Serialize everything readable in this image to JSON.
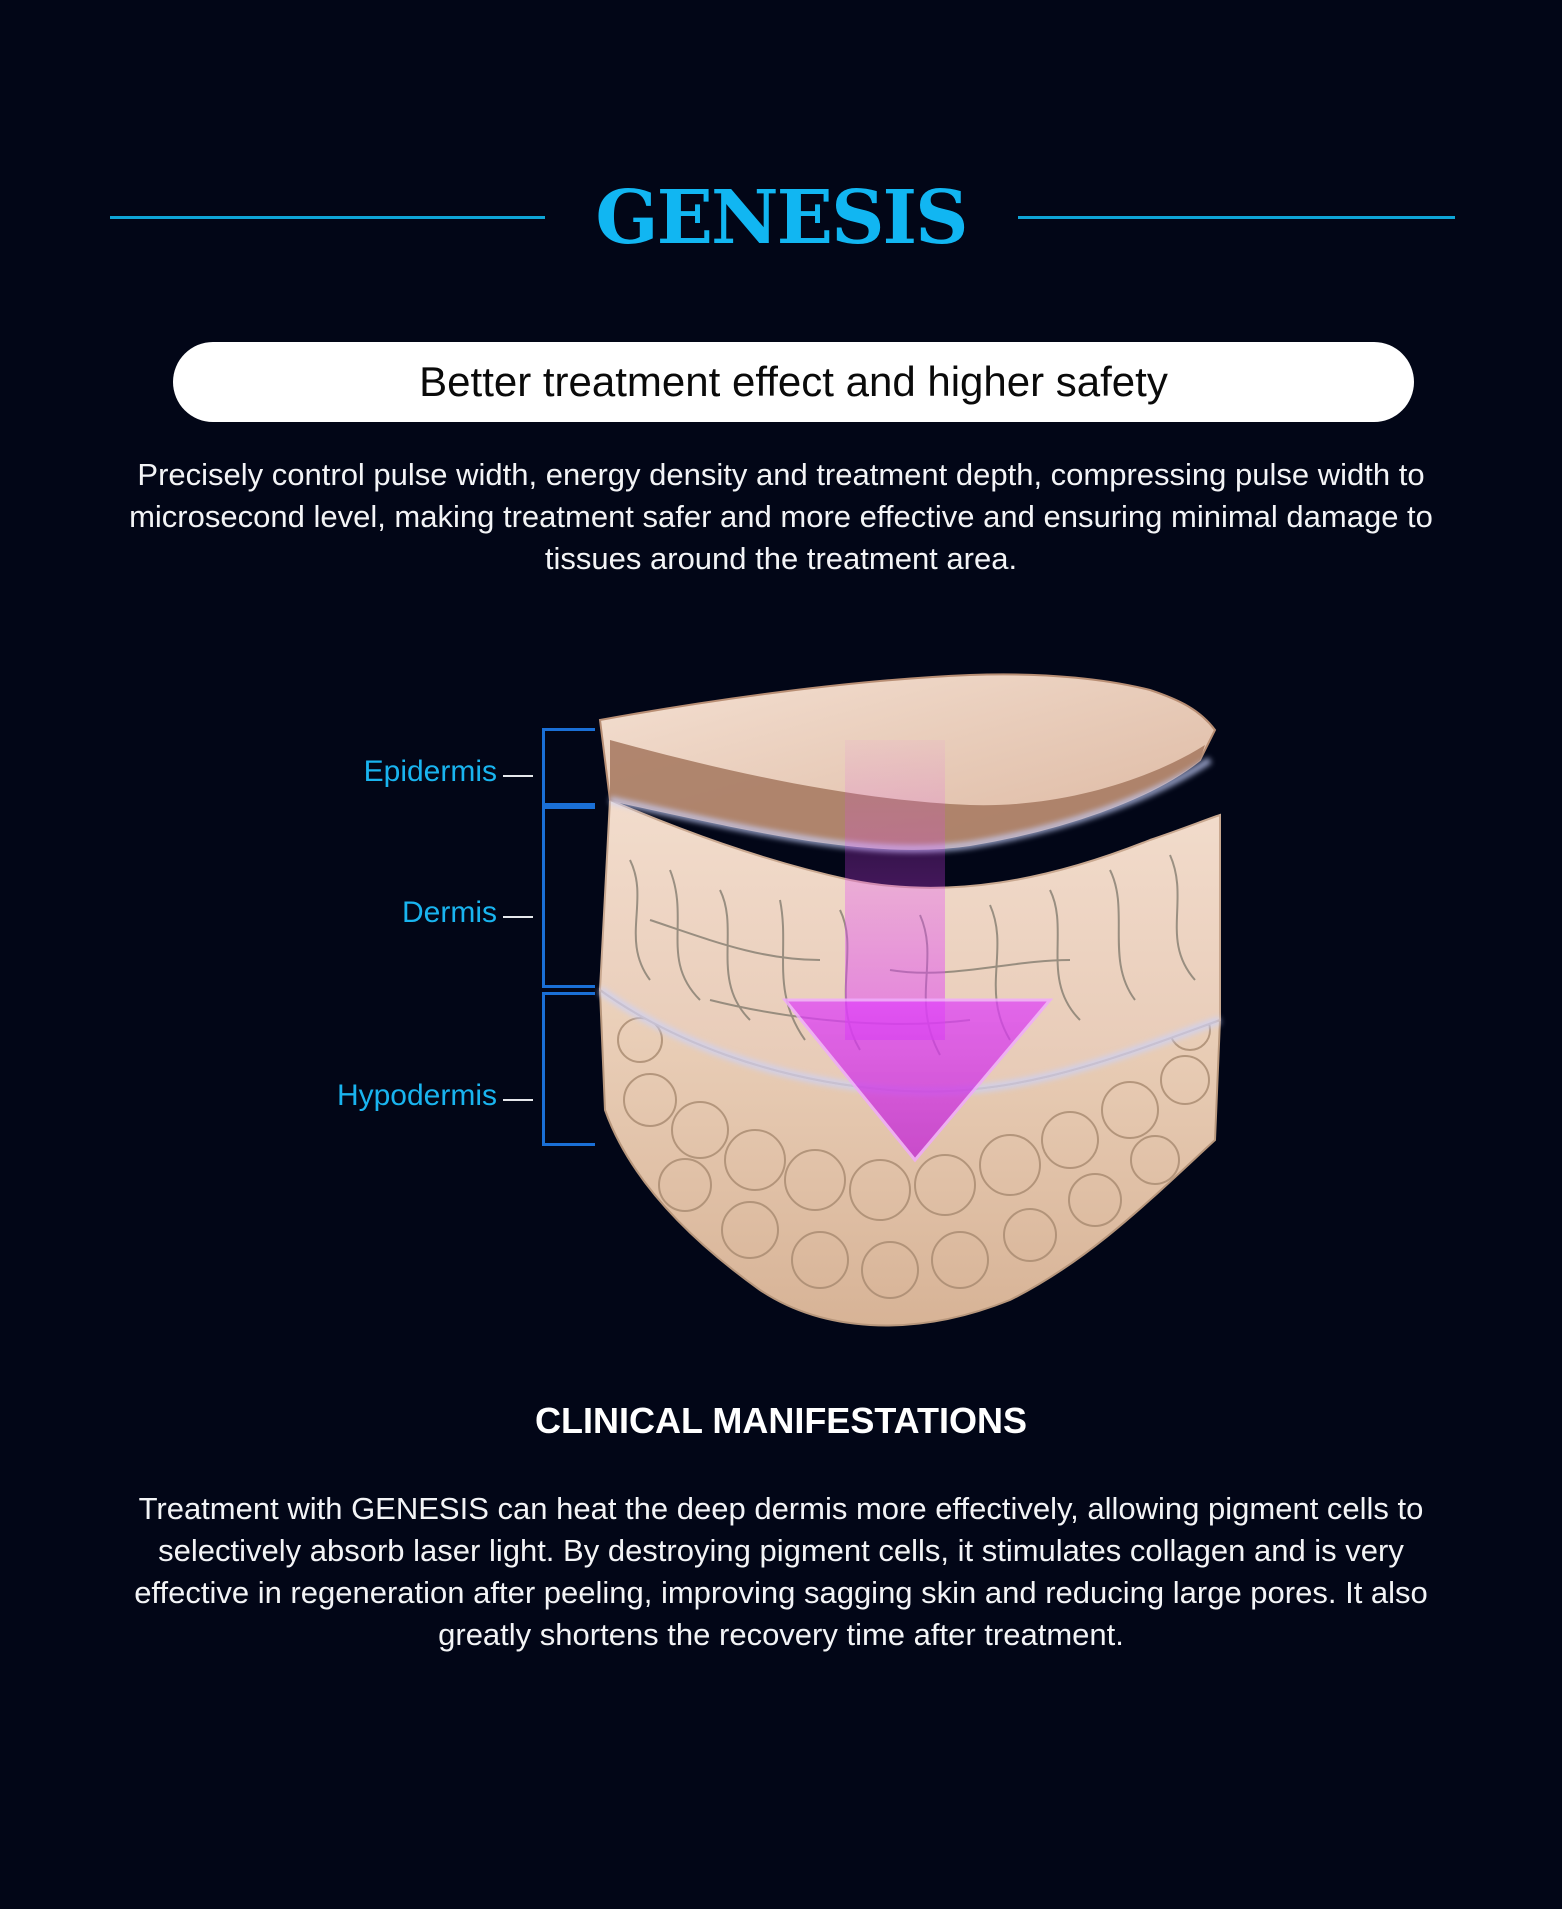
{
  "header": {
    "title": "GENESIS"
  },
  "banner": {
    "text": "Better treatment effect and higher safety"
  },
  "intro": {
    "text": "Precisely control pulse width, energy density and treatment depth, compressing pulse width to microsecond level, making treatment safer and more effective and ensuring minimal damage to tissues around the treatment area."
  },
  "diagram": {
    "layers": [
      {
        "label": "Epidermis"
      },
      {
        "label": "Dermis"
      },
      {
        "label": "Hypodermis"
      }
    ],
    "colors": {
      "accent": "#11b6f2",
      "bracket": "#1a6fd6",
      "arrow": "#e040fb",
      "skin_top": "#e8cbb7",
      "skin_edge": "#a87c64",
      "dermis": "#efd7c6",
      "fat": "#e6c8ad"
    }
  },
  "clinical": {
    "heading": "CLINICAL MANIFESTATIONS",
    "text": "Treatment with GENESIS can heat the deep dermis more effectively, allowing pigment cells to selectively absorb laser light. By destroying pigment cells, it stimulates collagen and is very effective in regeneration after peeling, improving sagging skin and reducing large pores. It also greatly shortens the recovery time after treatment."
  }
}
